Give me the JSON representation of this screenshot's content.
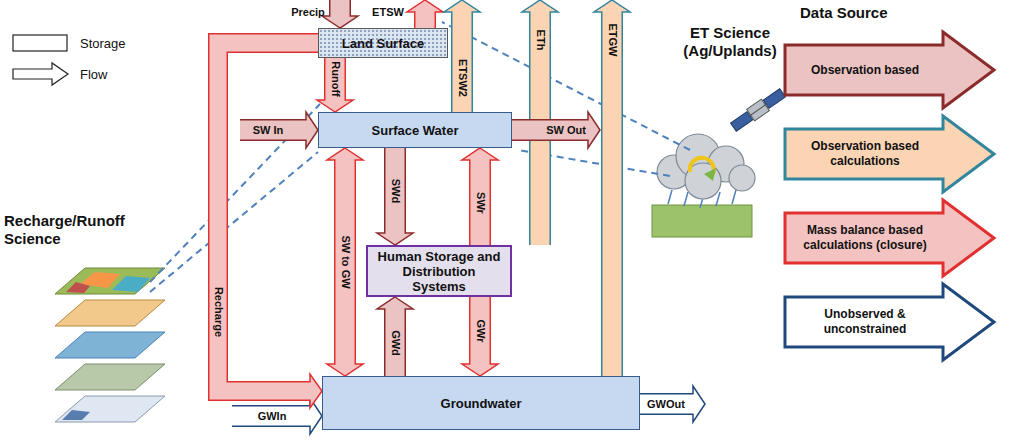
{
  "diagram": {
    "nodes": [
      {
        "text": [
          "Land Surface"
        ]
      },
      {
        "text": [
          "Surface Water"
        ]
      },
      {
        "text": [
          "Human Storage and Distribution Systems"
        ]
      },
      {
        "text": [
          "Groundwater"
        ]
      }
    ],
    "edges": [
      {
        "from": 0,
        "to": 1,
        "arrow": "to",
        "label": "Runoff"
      },
      {
        "from": 0,
        "to": 3,
        "arrow": "to",
        "label": "Recharge"
      },
      {
        "from": 1,
        "to": 3,
        "arrow": "both",
        "label": "SW to GW"
      },
      {
        "from": 1,
        "to": 2,
        "arrow": "to",
        "label": "SWd"
      },
      {
        "from": 2,
        "to": 1,
        "arrow": "to",
        "label": "SWr"
      },
      {
        "from": 3,
        "to": 2,
        "arrow": "to",
        "label": "GWd"
      },
      {
        "from": 2,
        "to": 3,
        "arrow": "to",
        "label": "GWr"
      }
    ],
    "labels": [
      "Precip",
      "ETSW",
      "ETSW2",
      "ETh",
      "ETGW",
      "SW In",
      "SW Out",
      "GWIn",
      "GWOut",
      "ET Science (Ag/Uplands)",
      "Recharge/Runoff Science",
      "Data Source"
    ],
    "legend": [
      {
        "text": "Storage"
      },
      {
        "text": "Flow"
      },
      {
        "text": "Observation based",
        "color": "#eac3c2"
      },
      {
        "text": "Observation based calculations",
        "color": "#fbd4b4"
      },
      {
        "text": "Mass balance based calculations (closure)",
        "color": "#f4c2c0"
      },
      {
        "text": "Unobserved & unconstrained",
        "color": "#ffffff"
      }
    ]
  }
}
